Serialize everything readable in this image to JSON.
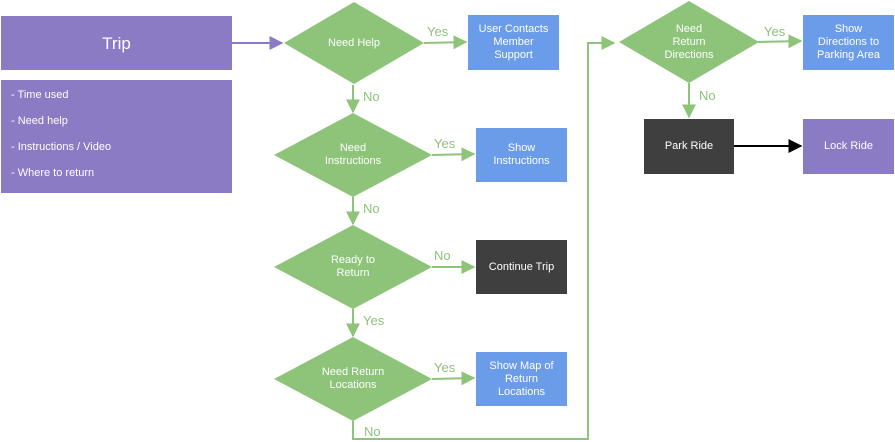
{
  "nodes": {
    "trip": "Trip",
    "trip_details": [
      "- Time used",
      "- Need help",
      "- Instructions / Video",
      "- Where to return"
    ],
    "need_help": "Need Help",
    "user_contacts_support": "User Contacts\nMember\nSupport",
    "need_instructions": "Need\nInstructions",
    "show_instructions": "Show\nInstructions",
    "ready_to_return": "Ready to\nReturn",
    "continue_trip": "Continue Trip",
    "need_return_locations": "Need Return\nLocations",
    "show_map_return_locations": "Show Map of\nReturn\nLocations",
    "need_return_directions": "Need\nReturn\nDirections",
    "show_directions_parking": "Show\nDirections to\nParking Area",
    "park_ride": "Park Ride",
    "lock_ride": "Lock Ride"
  },
  "edge_labels": {
    "help_yes": "Yes",
    "help_no": "No",
    "instructions_yes": "Yes",
    "instructions_no": "No",
    "ready_no": "No",
    "ready_yes": "Yes",
    "locations_yes": "Yes",
    "locations_no": "No",
    "directions_yes": "Yes",
    "directions_no": "No"
  },
  "colors": {
    "decision": "#8dc47a",
    "trip_box": "#8b7bc4",
    "action": "#6b9cea",
    "terminal": "#3f3f3f",
    "trip_arrow": "#8b7bc4",
    "black_arrow": "#000000"
  }
}
